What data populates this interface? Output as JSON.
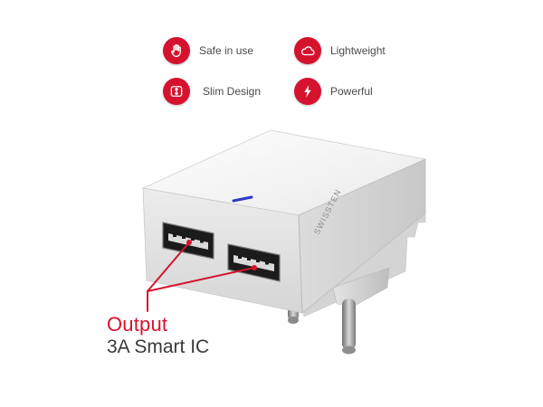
{
  "features": [
    {
      "label": "Safe in use",
      "icon": "hand-stop-icon"
    },
    {
      "label": "Lightweight",
      "icon": "cloud-icon"
    },
    {
      "label": "Slim Design",
      "icon": "slim-arrows-icon"
    },
    {
      "label": "Powerful",
      "icon": "lightning-bolt-icon"
    }
  ],
  "product": {
    "side_text": "SWISSTEN"
  },
  "caption": {
    "title": "Output",
    "subtitle": "3A Smart IC"
  },
  "colors": {
    "accent": "#d5132f",
    "led": "#2b3cc4",
    "body": "#f4f4f4"
  }
}
